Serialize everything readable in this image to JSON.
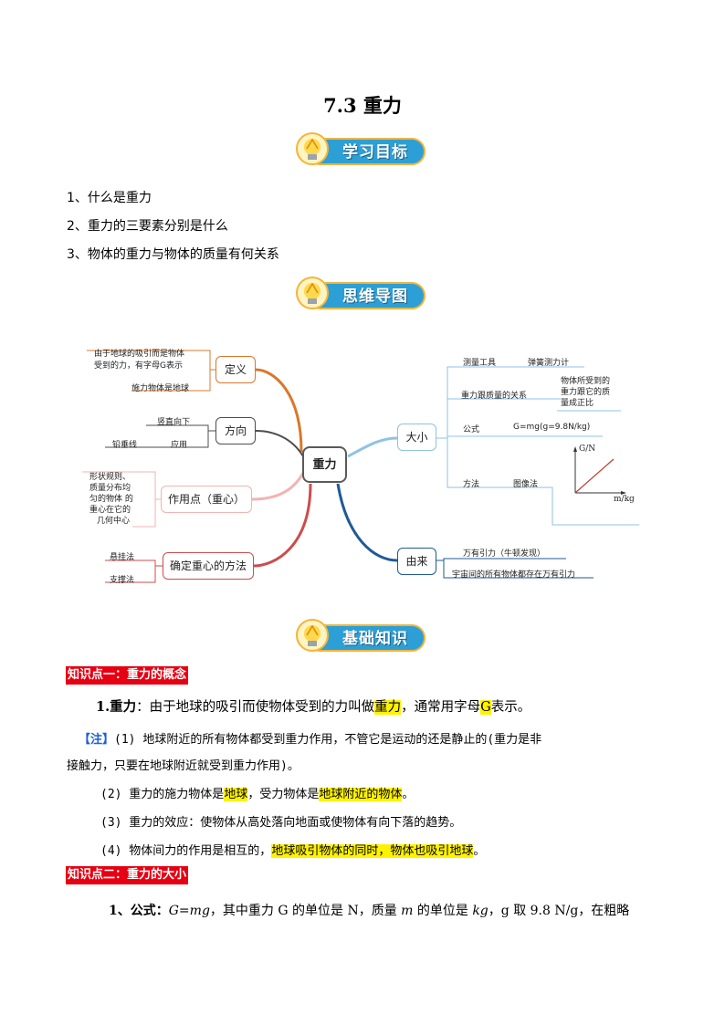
{
  "title": "7.3 重力",
  "banners": {
    "goals": "学习目标",
    "mindmap": "思维导图",
    "basics": "基础知识"
  },
  "goals": [
    "1、什么是重力",
    "2、重力的三要素分别是什么",
    "3、物体的重力与物体的质量有何关系"
  ],
  "mindmap": {
    "center": "重力",
    "left": {
      "definition": {
        "label": "定义",
        "desc1": "由于地球的吸引而是物体",
        "desc2": "受到的力，有字母G表示",
        "desc3": "施力物体是地球"
      },
      "direction": {
        "label": "方向",
        "down": "竖直向下",
        "plumb": "铅垂线",
        "apply": "应用"
      },
      "point": {
        "label": "作用点（重心）",
        "d1": "形状规则、",
        "d2": "质量分布均",
        "d3": "匀的物体 的",
        "d4": "重心在它的",
        "d5": "几何中心"
      },
      "method": {
        "label": "确定重心的方法",
        "hang": "悬挂法",
        "support": "支撑法"
      }
    },
    "right": {
      "size": {
        "label": "大小",
        "tool": "测量工具",
        "tool_value": "弹簧测力计",
        "relation": "重力跟质量的关系",
        "relation_value1": "物体所受到的",
        "relation_value2": "重力跟它的质",
        "relation_value3": "量成正比",
        "formula": "公式",
        "formula_value": "G=mg(g=9.8N/kg)",
        "method": "方法",
        "method_value": "图像法",
        "graph_y": "G/N",
        "graph_x": "m/kg"
      },
      "origin": {
        "label": "由来",
        "v1": "万有引力（牛顿发现）",
        "v2": "宇宙间的所有物体都存在万有引力"
      }
    }
  },
  "kp1": {
    "head": "知识点一：重力的概念",
    "def_num": "1.",
    "def_bold": "重力",
    "def_colon": "：由于地球的吸引而使物体受到的力叫做",
    "def_hl": "重力",
    "def_mid": "，通常用字母",
    "def_letter": "G",
    "def_end": "表示。",
    "note_tag": "【注】",
    "note1a": "(1) 地球附近的所有物体都受到重力作用，不管它是运动的还是静止的(重力是非",
    "note1b": "接触力，只要在地球附近就受到重力作用)。",
    "note2a": "(2) 重力的施力物体是",
    "note2_hl1": "地球",
    "note2b": "，受力物体是",
    "note2_hl2": "地球附近的物体",
    "note2c": "。",
    "note3": "(3) 重力的效应：使物体从高处落向地面或使物体有向下落的趋势。",
    "note4a": "(4) 物体间力的作用是相互的，",
    "note4_hl": "地球吸引物体的同时，物体也吸引地球",
    "note4b": "。"
  },
  "kp2": {
    "head": "知识点二：重力的大小",
    "f_num": "1、公式：",
    "f_formula": "G=mg",
    "f_rest1": "，其中重力 G 的单位是 N，质量 ",
    "f_m": "m",
    "f_rest2": " 的单位是 ",
    "f_kg": "kg",
    "f_rest3": "，g 取 9.8 N/g，在粗略"
  },
  "colors": {
    "banner_blue": "#2c9fd6",
    "banner_border": "#f2b43a",
    "heading_red": "#e60012",
    "highlight": "#fff200",
    "branch_orange": "#d9782b",
    "branch_pink": "#f2b3b3",
    "branch_red": "#cc4d4d",
    "branch_lightblue": "#8fc3e4",
    "branch_navy": "#1f5a96"
  }
}
